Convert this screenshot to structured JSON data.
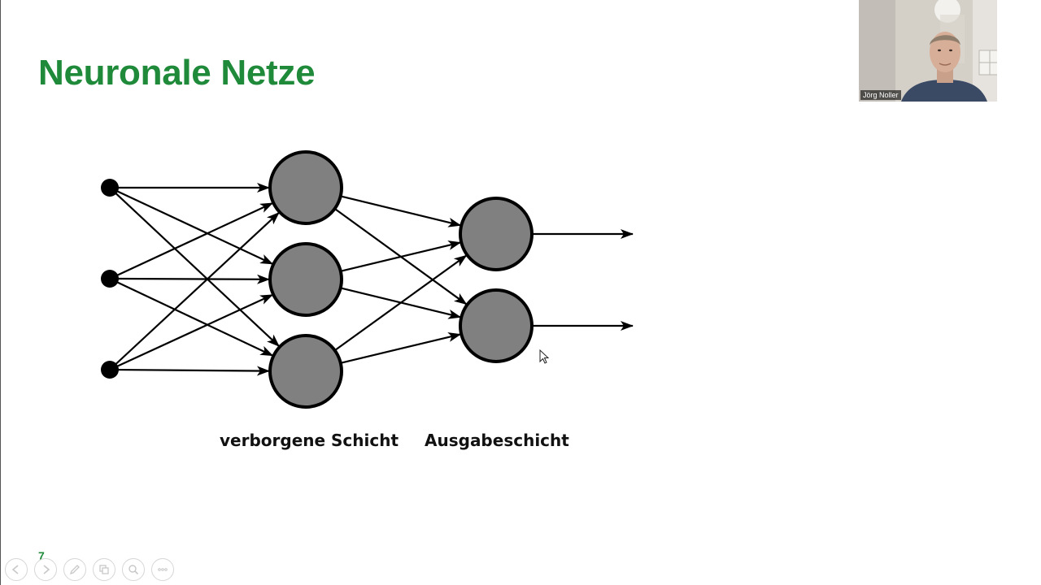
{
  "slide": {
    "title": "Neuronale Netze",
    "page_number": "7",
    "diagram": {
      "input_node_count": 3,
      "hidden_node_count": 3,
      "output_node_count": 2,
      "hidden_layer_label": "verborgene Schicht",
      "output_layer_label": "Ausgabeschicht",
      "colors": {
        "neuron_fill": "#808080",
        "neuron_stroke": "#000000",
        "edge": "#000000"
      }
    }
  },
  "presenter_toolbar": {
    "buttons": [
      {
        "icon": "previous-arrow-icon"
      },
      {
        "icon": "next-arrow-icon"
      },
      {
        "icon": "pen-icon"
      },
      {
        "icon": "slides-grid-icon"
      },
      {
        "icon": "zoom-icon"
      },
      {
        "icon": "more-options-icon"
      }
    ]
  },
  "video_call": {
    "participant_name": "Jörg Noller"
  },
  "colors": {
    "title": "#1e8a3a",
    "background": "#ffffff"
  }
}
